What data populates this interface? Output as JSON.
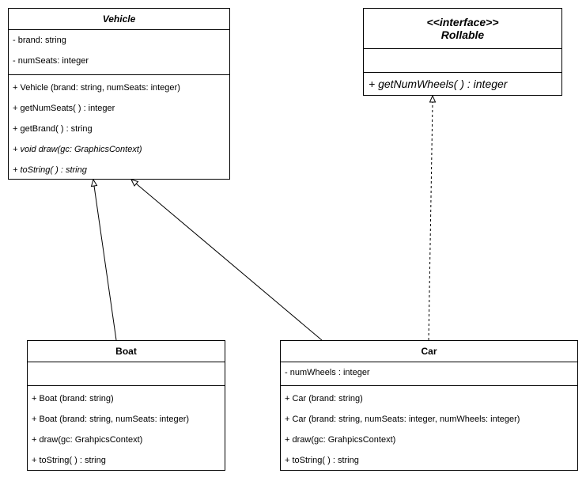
{
  "classes": {
    "vehicle": {
      "name": "Vehicle",
      "attributes": [
        "- brand: string",
        "- numSeats: integer"
      ],
      "operations": [
        {
          "text": "+ Vehicle (brand: string, numSeats: integer)",
          "italic": false
        },
        {
          "text": "+ getNumSeats( ) : integer",
          "italic": false
        },
        {
          "text": "+ getBrand( ) : string",
          "italic": false
        },
        {
          "text": "+ void draw(gc: GraphicsContext)",
          "italic": true
        },
        {
          "text": "+ toString( ) : string",
          "italic": true
        }
      ]
    },
    "rollable": {
      "stereotype": "<<interface>>",
      "name": "Rollable",
      "attributes": [],
      "operations": [
        {
          "text": "+ getNumWheels( ) : integer",
          "italic": true
        }
      ]
    },
    "boat": {
      "name": "Boat",
      "attributes": [],
      "operations": [
        {
          "text": "+ Boat (brand: string)",
          "italic": false
        },
        {
          "text": "+ Boat (brand: string, numSeats: integer)",
          "italic": false
        },
        {
          "text": "+ draw(gc: GrahpicsContext)",
          "italic": false
        },
        {
          "text": "+ toString( ) : string",
          "italic": false
        }
      ]
    },
    "car": {
      "name": "Car",
      "attributes": [
        "- numWheels : integer"
      ],
      "operations": [
        {
          "text": "+ Car (brand: string)",
          "italic": false
        },
        {
          "text": "+ Car (brand: string, numSeats: integer, numWheels: integer)",
          "italic": false
        },
        {
          "text": "+ draw(gc: GrahpicsContext)",
          "italic": false
        },
        {
          "text": "+ toString( ) : string",
          "italic": false
        }
      ]
    }
  },
  "relationships": [
    {
      "from": "Boat",
      "to": "Vehicle",
      "kind": "generalization"
    },
    {
      "from": "Car",
      "to": "Vehicle",
      "kind": "generalization"
    },
    {
      "from": "Car",
      "to": "Rollable",
      "kind": "realization"
    }
  ]
}
